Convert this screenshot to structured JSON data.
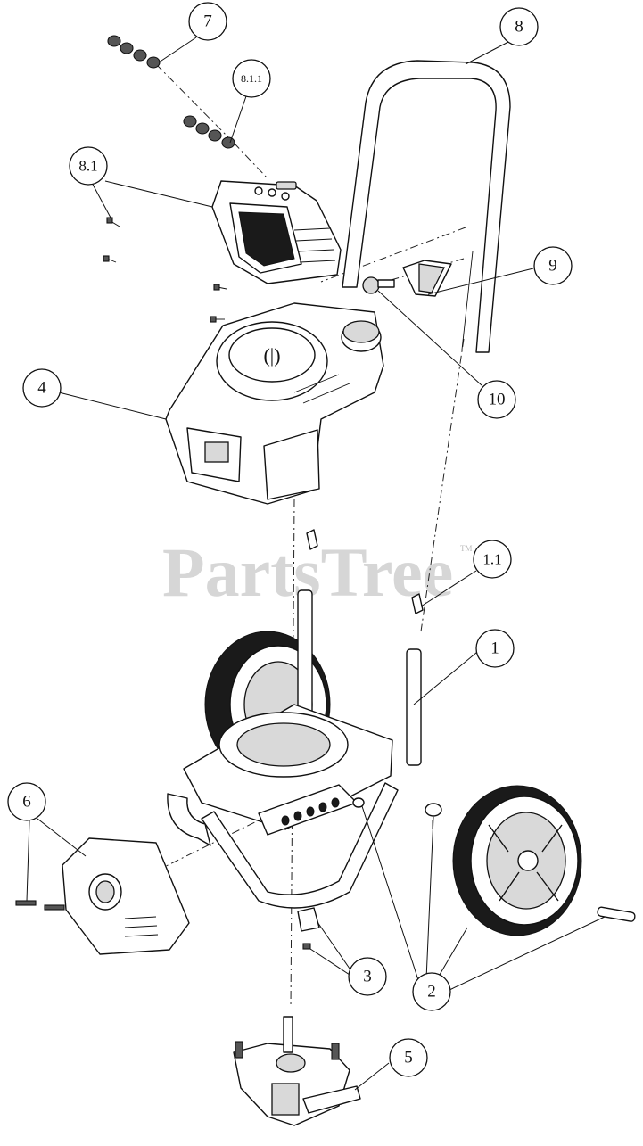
{
  "watermark": {
    "text": "PartsTree",
    "trademark": "TM"
  },
  "callouts": [
    {
      "id": "c7",
      "label": "7"
    },
    {
      "id": "c8",
      "label": "8"
    },
    {
      "id": "c811",
      "label": "8.1.1"
    },
    {
      "id": "c81",
      "label": "8.1"
    },
    {
      "id": "c9",
      "label": "9"
    },
    {
      "id": "c4",
      "label": "4"
    },
    {
      "id": "c10",
      "label": "10"
    },
    {
      "id": "c11",
      "label": "1.1"
    },
    {
      "id": "c1",
      "label": "1"
    },
    {
      "id": "c6",
      "label": "6"
    },
    {
      "id": "c3",
      "label": "3"
    },
    {
      "id": "c2",
      "label": "2"
    },
    {
      "id": "c5",
      "label": "5"
    }
  ]
}
